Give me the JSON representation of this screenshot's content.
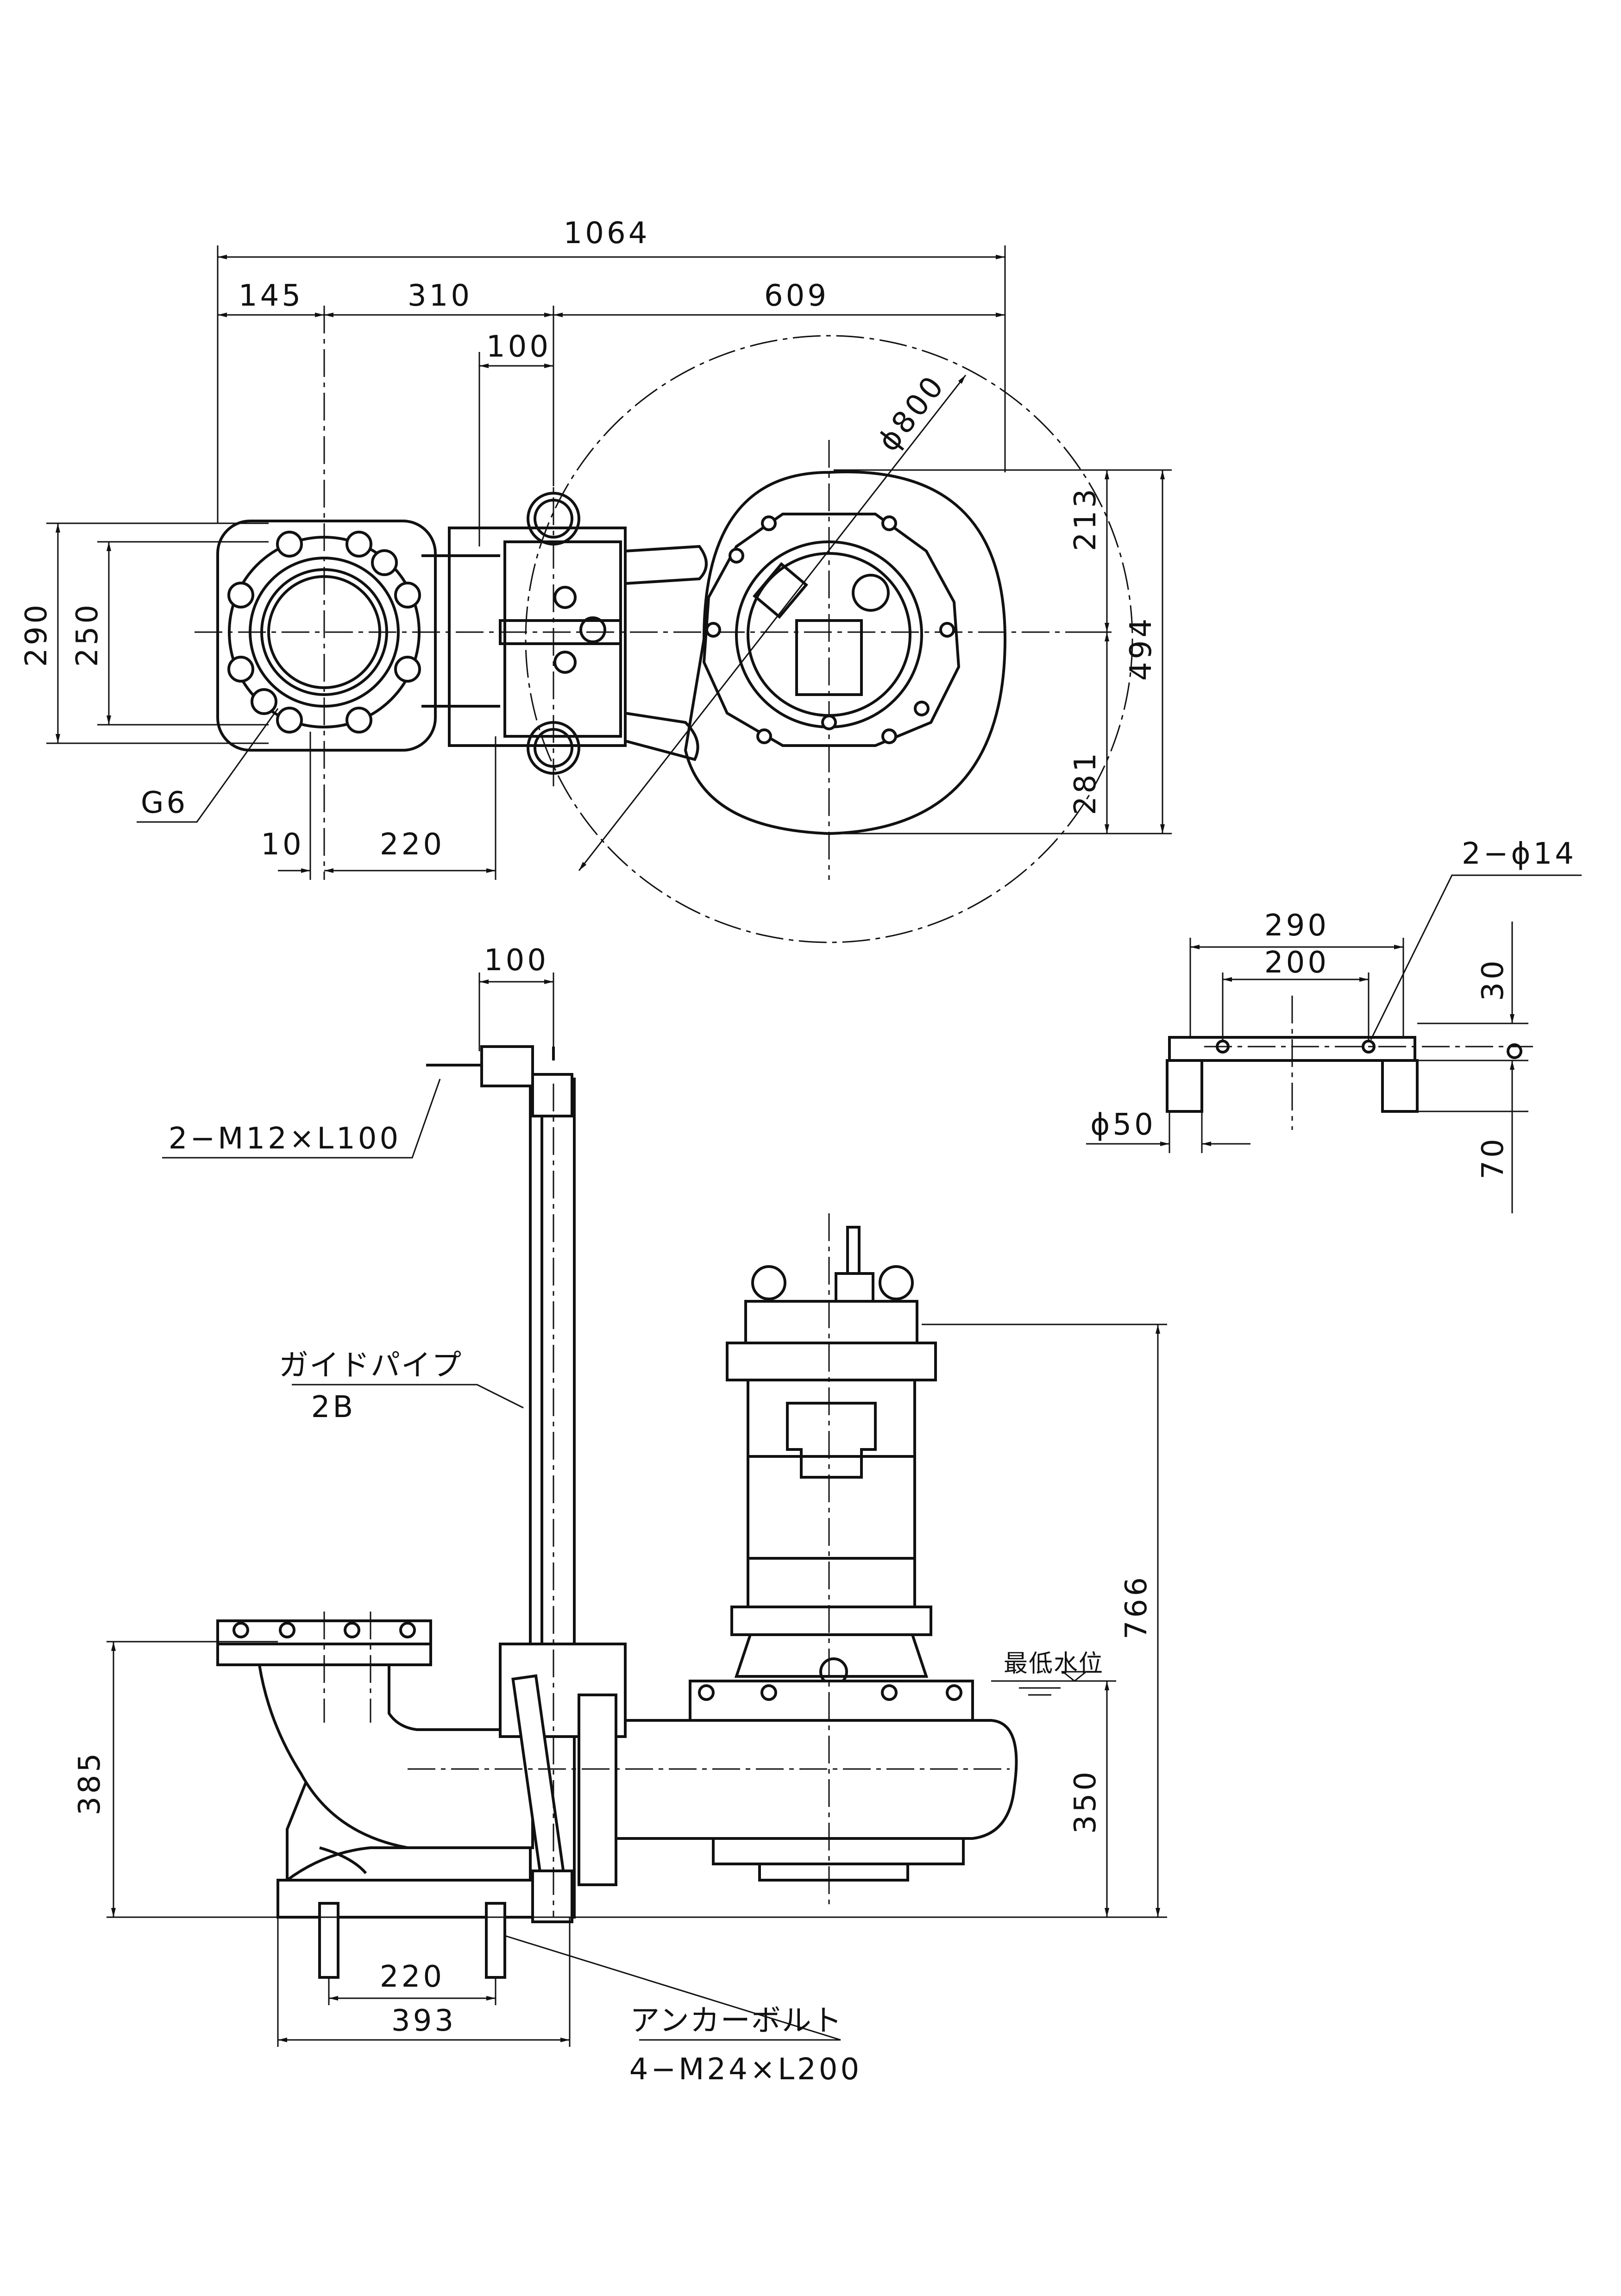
{
  "plan_view": {
    "dim_total_width": "1064",
    "dim_145": "145",
    "dim_310": "310",
    "dim_609": "609",
    "dim_100": "100",
    "dim_800": "ϕ800",
    "dim_213": "213",
    "dim_494": "494",
    "dim_281": "281",
    "dim_290": "290",
    "dim_250": "250",
    "flange_label": "G6",
    "dim_10": "10",
    "dim_220": "220"
  },
  "base_detail": {
    "hole_label": "2−ϕ14",
    "dim_290": "290",
    "dim_200": "200",
    "dim_30": "30",
    "dim_70": "70",
    "dim_50": "ϕ50"
  },
  "elevation_view": {
    "dim_100": "100",
    "bolt_label": "2−M12×L100",
    "guide_pipe_label": "ガイドパイプ",
    "guide_pipe_size": "2B",
    "min_water_level": "最低水位",
    "dim_766": "766",
    "dim_385": "385",
    "dim_350": "350",
    "dim_220": "220",
    "dim_393": "393",
    "anchor_label": "アンカーボルト",
    "anchor_spec": "4−M24×L200"
  }
}
